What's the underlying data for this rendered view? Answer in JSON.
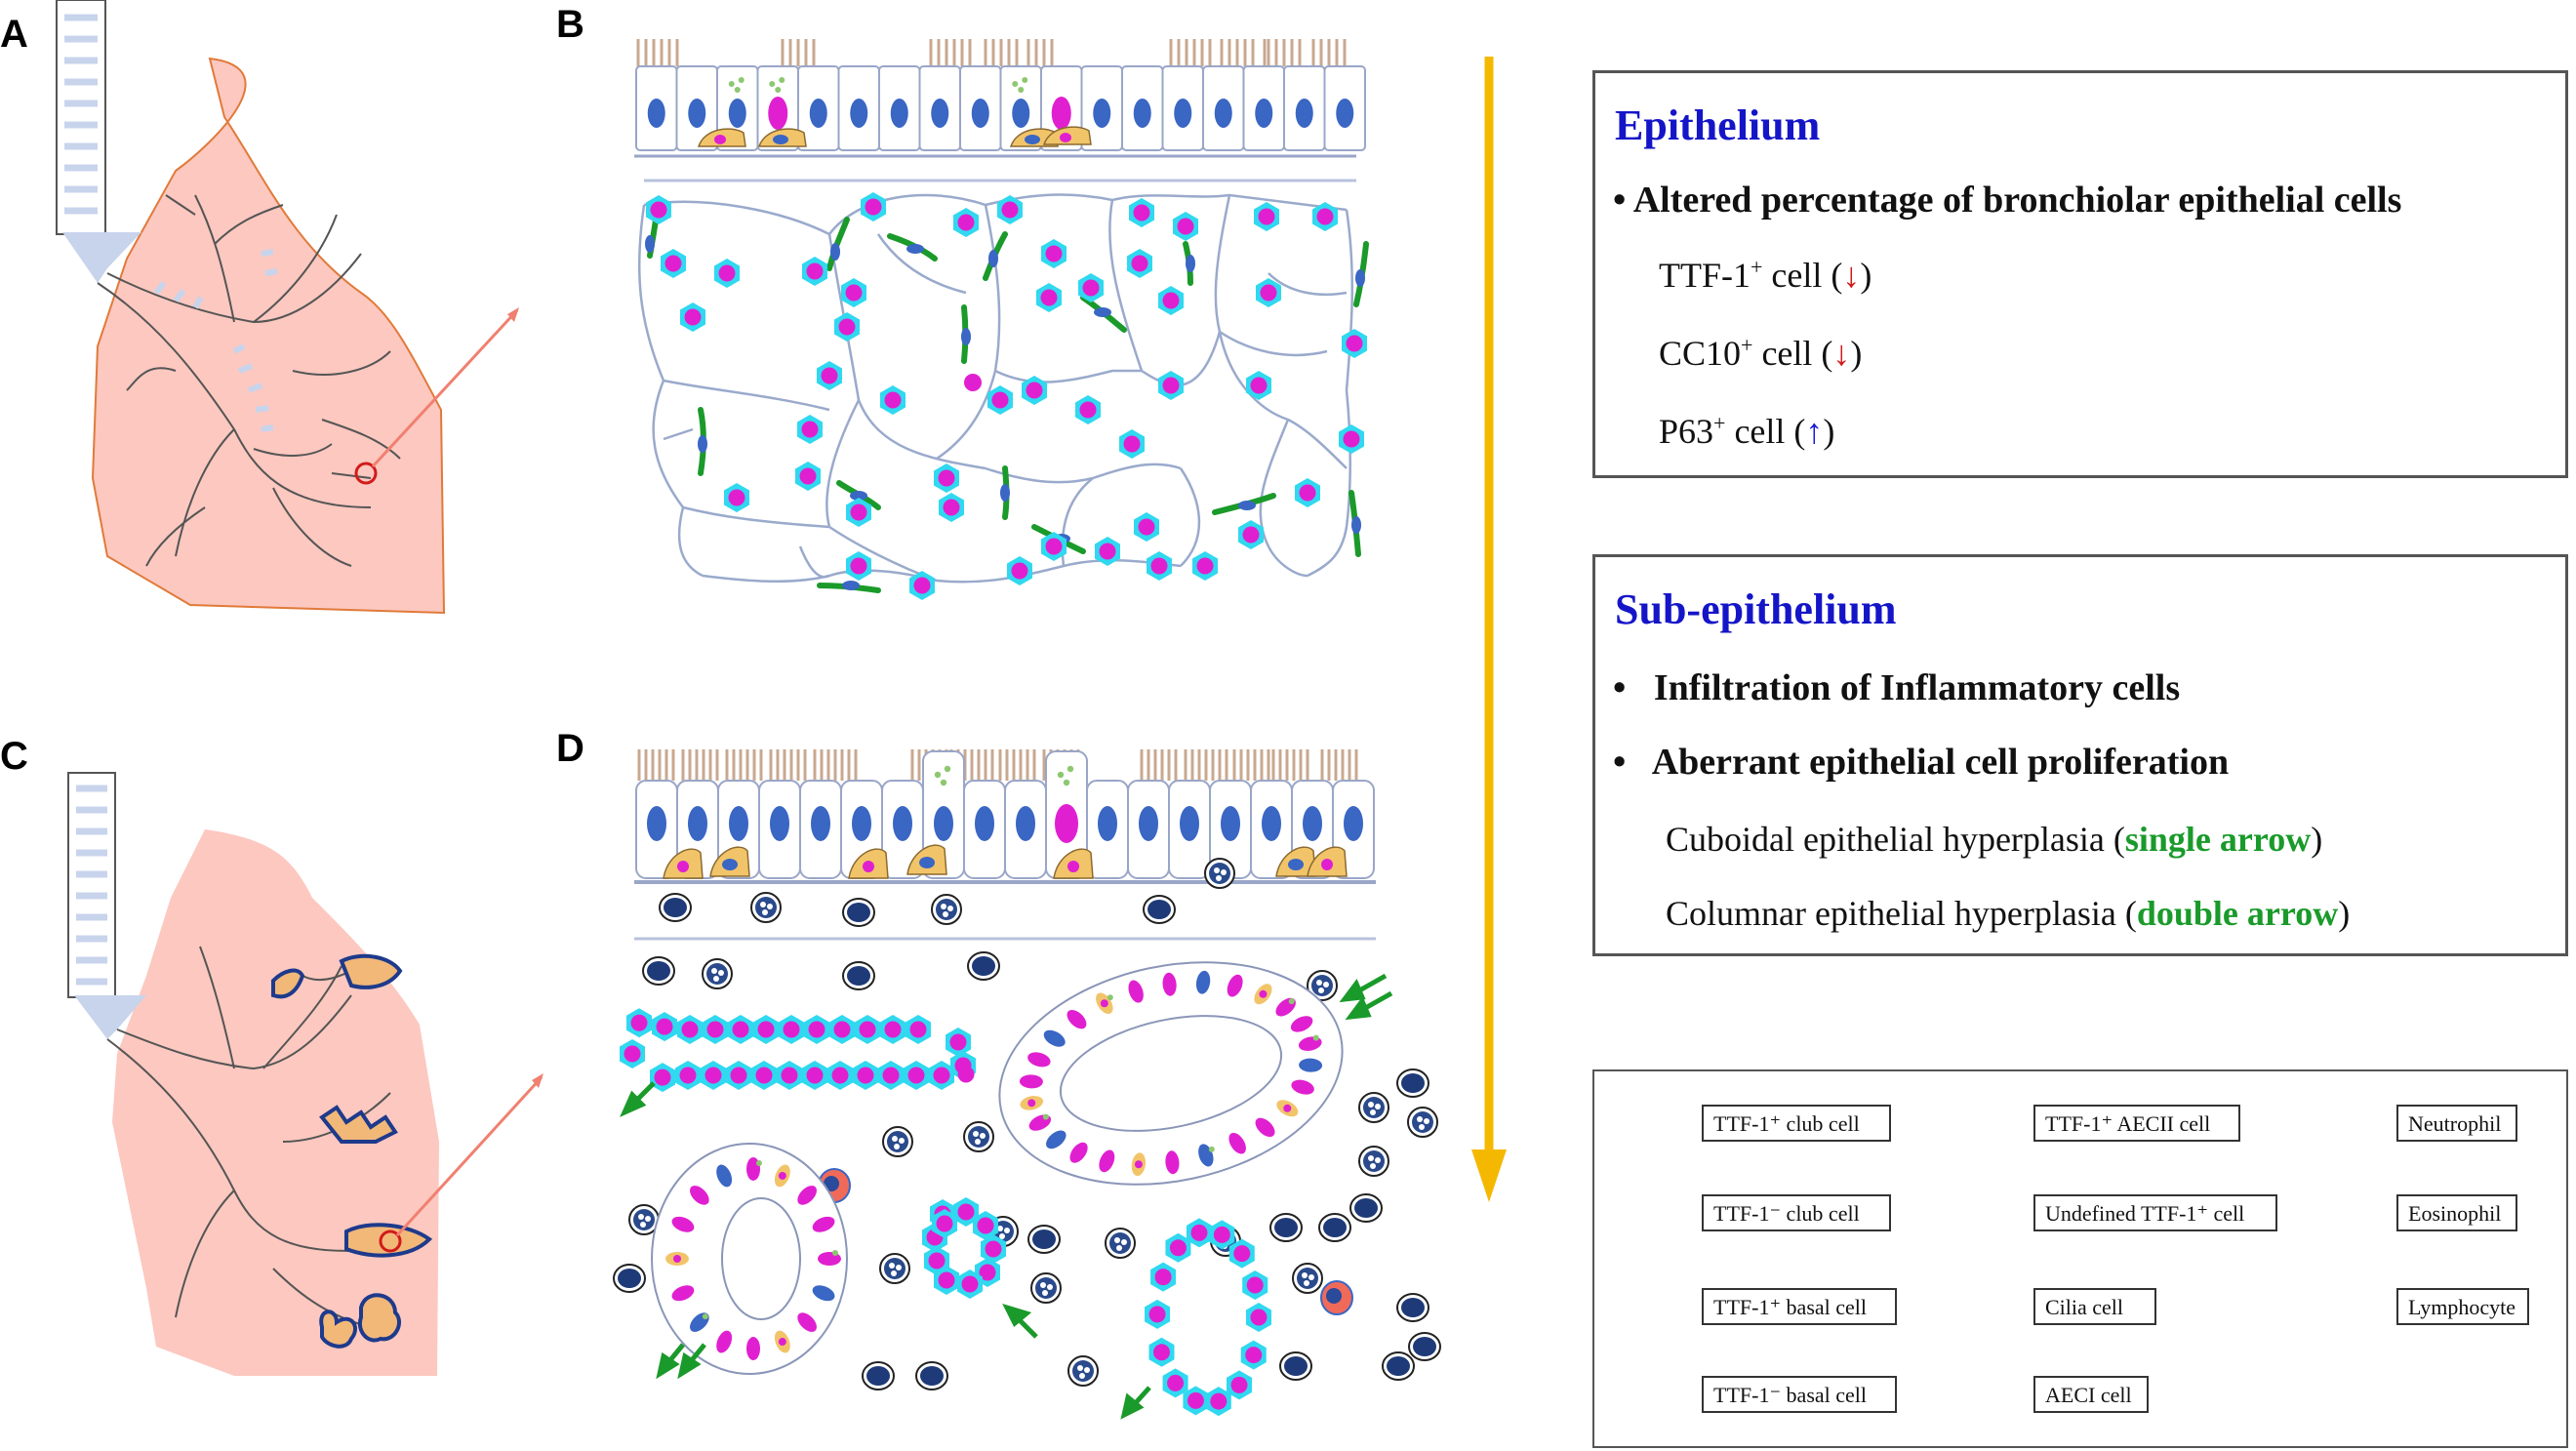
{
  "panels": {
    "a": "A",
    "b": "B",
    "c": "C",
    "d": "D"
  },
  "epithelium": {
    "title": "Epithelium",
    "bullet": "Altered percentage of bronchiolar epithelial cells",
    "lines": [
      {
        "marker": "TTF-1",
        "sup": "+",
        "rest": " cell (",
        "arrow": "↓",
        "close": ")",
        "dir": "down"
      },
      {
        "marker": "CC10",
        "sup": "+",
        "rest": " cell (",
        "arrow": "↓",
        "close": ")",
        "dir": "down"
      },
      {
        "marker": "P63",
        "sup": "+",
        "rest": " cell (",
        "arrow": "↑",
        "close": ")",
        "dir": "up"
      }
    ]
  },
  "subepithelium": {
    "title": "Sub-epithelium",
    "bullet1": "Infiltration of Inflammatory cells",
    "bullet2": "Aberrant epithelial cell proliferation",
    "line1_pre": "Cuboidal epithelial hyperplasia (",
    "line1_em": "single arrow",
    "line1_post": ")",
    "line2_pre": "Columnar epithelial hyperplasia (",
    "line2_em": "double arrow",
    "line2_post": ")"
  },
  "legend": {
    "ttf_pos_club": "TTF-1⁺ club cell",
    "ttf_neg_club": "TTF-1⁻ club cell",
    "ttf_pos_basal": "TTF-1⁺ basal cell",
    "ttf_neg_basal": "TTF-1⁻ basal cell",
    "ttf_pos_aecii": "TTF-1⁺ AECII cell",
    "undefined_ttf": "Undefined  TTF-1⁺ cell",
    "cilia": "Cilia cell",
    "aeci": "AECI cell",
    "neutrophil": "Neutrophil",
    "eosinophil": "Eosinophil",
    "lymphocyte": "Lymphocyte"
  },
  "colors": {
    "lung": "#fcc8c0",
    "magenta": "#e020d0",
    "cyan": "#30d8f0",
    "nucleus": "#3a66c4",
    "basal": "#f2c46a",
    "arrow_gold": "#f5b800",
    "green": "#1a9a2a"
  }
}
